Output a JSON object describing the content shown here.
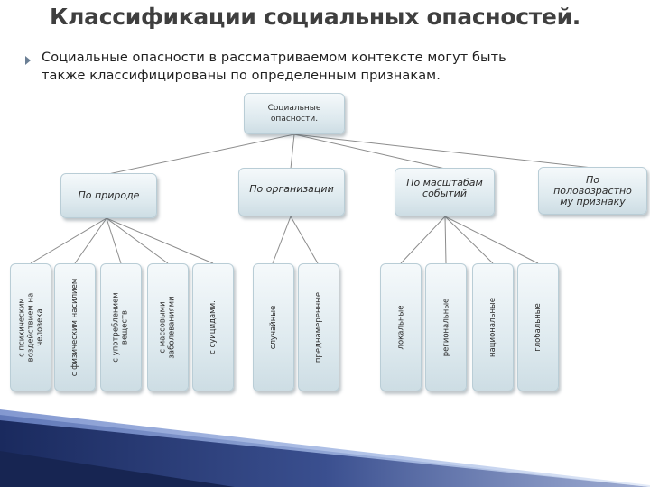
{
  "title": "Классификации социальных опасностей.",
  "bullet": {
    "line1": "Социальные опасности в рассматриваемом контексте могут быть",
    "line2": "также классифицированы по определенным признакам."
  },
  "diagram": {
    "root": {
      "line1": "Социальные",
      "line2": "опасности."
    },
    "categories": [
      {
        "line1": "По природе",
        "line2": ""
      },
      {
        "line1": "По организации",
        "line2": ""
      },
      {
        "line1": "По масштабам",
        "line2": "событий"
      },
      {
        "line1": "По",
        "line2": "половозрастно",
        "line3": "му признаку"
      }
    ],
    "leaves": [
      {
        "line1": "с психическим",
        "line2": "воздействием на",
        "line3": "человека"
      },
      {
        "line1": "с физическим насилием"
      },
      {
        "line1": "с употреблением",
        "line2": "веществ"
      },
      {
        "line1": "с массовыми",
        "line2": "заболеваниями"
      },
      {
        "line1": "с суицидами."
      },
      {
        "line1": "случайные"
      },
      {
        "line1": "преднамеренные"
      },
      {
        "line1": "локальные"
      },
      {
        "line1": "региональные"
      },
      {
        "line1": "национальные"
      },
      {
        "line1": "глобальные"
      }
    ]
  },
  "colors": {
    "box_fill": "#dde9ee",
    "box_border": "#b9cdd6",
    "connector": "#8c8c8c",
    "footer_dark": "#1f2f63",
    "footer_mid": "#8fa6d8"
  }
}
